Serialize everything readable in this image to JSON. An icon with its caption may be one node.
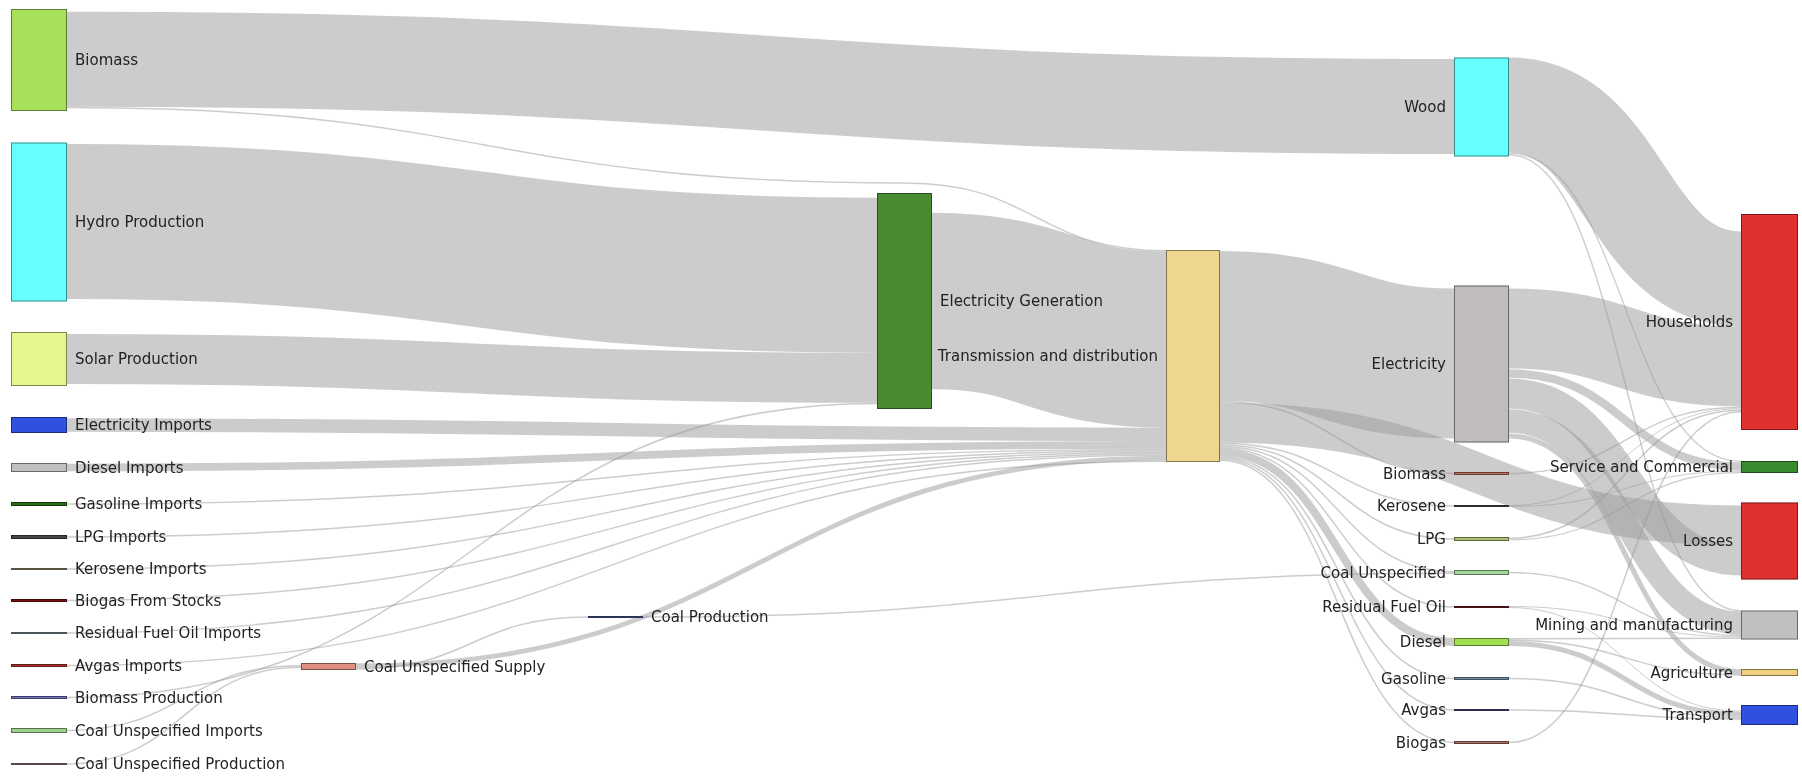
{
  "diagram": {
    "nodes": [
      {
        "text": [
          "Biomass"
        ]
      },
      {
        "text": [
          "Hydro Production"
        ]
      },
      {
        "text": [
          "Solar Production"
        ]
      },
      {
        "text": [
          "Electricity Imports"
        ]
      },
      {
        "text": [
          "Diesel Imports"
        ]
      },
      {
        "text": [
          "Gasoline Imports"
        ]
      },
      {
        "text": [
          "LPG Imports"
        ]
      },
      {
        "text": [
          "Kerosene Imports"
        ]
      },
      {
        "text": [
          "Biogas From Stocks"
        ]
      },
      {
        "text": [
          "Residual Fuel Oil Imports"
        ]
      },
      {
        "text": [
          "Avgas Imports"
        ]
      },
      {
        "text": [
          "Biomass Production"
        ]
      },
      {
        "text": [
          "Coal Unspecified Imports"
        ]
      },
      {
        "text": [
          "Coal Unspecified Production"
        ]
      },
      {
        "text": [
          "Coal Unspecified Supply"
        ]
      },
      {
        "text": [
          "Coal Production"
        ]
      },
      {
        "text": [
          "Electricity Generation"
        ]
      },
      {
        "text": [
          "Transmission and distribution"
        ]
      },
      {
        "text": [
          "Wood"
        ]
      },
      {
        "text": [
          "Electricity"
        ]
      },
      {
        "text": [
          "Biomass"
        ]
      },
      {
        "text": [
          "Kerosene"
        ]
      },
      {
        "text": [
          "LPG"
        ]
      },
      {
        "text": [
          "Coal Unspecified"
        ]
      },
      {
        "text": [
          "Residual Fuel Oil"
        ]
      },
      {
        "text": [
          "Diesel"
        ]
      },
      {
        "text": [
          "Gasoline"
        ]
      },
      {
        "text": [
          "Avgas"
        ]
      },
      {
        "text": [
          "Biogas"
        ]
      },
      {
        "text": [
          "Households"
        ]
      },
      {
        "text": [
          "Service and Commercial"
        ]
      },
      {
        "text": [
          "Losses"
        ]
      },
      {
        "text": [
          "Mining and manufacturing"
        ]
      },
      {
        "text": [
          "Agriculture"
        ]
      },
      {
        "text": [
          "Transport"
        ]
      }
    ],
    "edges": [
      {
        "from": 0,
        "to": 18,
        "arrow": "none",
        "style": "thick"
      },
      {
        "from": 0,
        "to": 17,
        "arrow": "none"
      },
      {
        "from": 1,
        "to": 16,
        "arrow": "none",
        "style": "thick"
      },
      {
        "from": 2,
        "to": 16,
        "arrow": "none",
        "style": "thick"
      },
      {
        "from": 3,
        "to": 17,
        "arrow": "none",
        "style": "thick"
      },
      {
        "from": 4,
        "to": 17,
        "arrow": "none",
        "style": "thick"
      },
      {
        "from": 5,
        "to": 17,
        "arrow": "none"
      },
      {
        "from": 6,
        "to": 17,
        "arrow": "none"
      },
      {
        "from": 7,
        "to": 17,
        "arrow": "none"
      },
      {
        "from": 8,
        "to": 17,
        "arrow": "none"
      },
      {
        "from": 9,
        "to": 17,
        "arrow": "none"
      },
      {
        "from": 10,
        "to": 17,
        "arrow": "none"
      },
      {
        "from": 11,
        "to": 16,
        "arrow": "none"
      },
      {
        "from": 12,
        "to": 14,
        "arrow": "none"
      },
      {
        "from": 13,
        "to": 14,
        "arrow": "none"
      },
      {
        "from": 14,
        "to": 17,
        "arrow": "none",
        "style": "thick"
      },
      {
        "from": 14,
        "to": 15,
        "arrow": "none"
      },
      {
        "from": 15,
        "to": 23,
        "arrow": "none"
      },
      {
        "from": 16,
        "to": 17,
        "arrow": "none",
        "style": "thick"
      },
      {
        "from": 17,
        "to": 19,
        "arrow": "none",
        "style": "thick"
      },
      {
        "from": 17,
        "to": 20,
        "arrow": "none"
      },
      {
        "from": 17,
        "to": 21,
        "arrow": "none"
      },
      {
        "from": 17,
        "to": 22,
        "arrow": "none"
      },
      {
        "from": 17,
        "to": 23,
        "arrow": "none"
      },
      {
        "from": 17,
        "to": 24,
        "arrow": "none"
      },
      {
        "from": 17,
        "to": 25,
        "arrow": "none",
        "style": "thick"
      },
      {
        "from": 17,
        "to": 26,
        "arrow": "none"
      },
      {
        "from": 17,
        "to": 27,
        "arrow": "none"
      },
      {
        "from": 17,
        "to": 28,
        "arrow": "none"
      },
      {
        "from": 17,
        "to": 31,
        "arrow": "none",
        "style": "thick"
      },
      {
        "from": 18,
        "to": 29,
        "arrow": "none",
        "style": "thick"
      },
      {
        "from": 18,
        "to": 30,
        "arrow": "none"
      },
      {
        "from": 18,
        "to": 32,
        "arrow": "none"
      },
      {
        "from": 19,
        "to": 29,
        "arrow": "none",
        "style": "thick"
      },
      {
        "from": 19,
        "to": 30,
        "arrow": "none",
        "style": "thick"
      },
      {
        "from": 19,
        "to": 31,
        "arrow": "none",
        "style": "thick"
      },
      {
        "from": 19,
        "to": 32,
        "arrow": "none",
        "style": "thick"
      },
      {
        "from": 19,
        "to": 33,
        "arrow": "none",
        "style": "thick"
      },
      {
        "from": 20,
        "to": 29,
        "arrow": "none"
      },
      {
        "from": 21,
        "to": 29,
        "arrow": "none"
      },
      {
        "from": 21,
        "to": 30,
        "arrow": "none"
      },
      {
        "from": 22,
        "to": 29,
        "arrow": "none"
      },
      {
        "from": 22,
        "to": 30,
        "arrow": "none"
      },
      {
        "from": 23,
        "to": 32,
        "arrow": "none"
      },
      {
        "from": 24,
        "to": 32,
        "arrow": "none"
      },
      {
        "from": 24,
        "to": 34,
        "arrow": "none"
      },
      {
        "from": 25,
        "to": 34,
        "arrow": "none",
        "style": "thick"
      },
      {
        "from": 25,
        "to": 32,
        "arrow": "none"
      },
      {
        "from": 25,
        "to": 33,
        "arrow": "none"
      },
      {
        "from": 26,
        "to": 34,
        "arrow": "none"
      },
      {
        "from": 27,
        "to": 34,
        "arrow": "none"
      },
      {
        "from": 28,
        "to": 29,
        "arrow": "none"
      }
    ]
  }
}
